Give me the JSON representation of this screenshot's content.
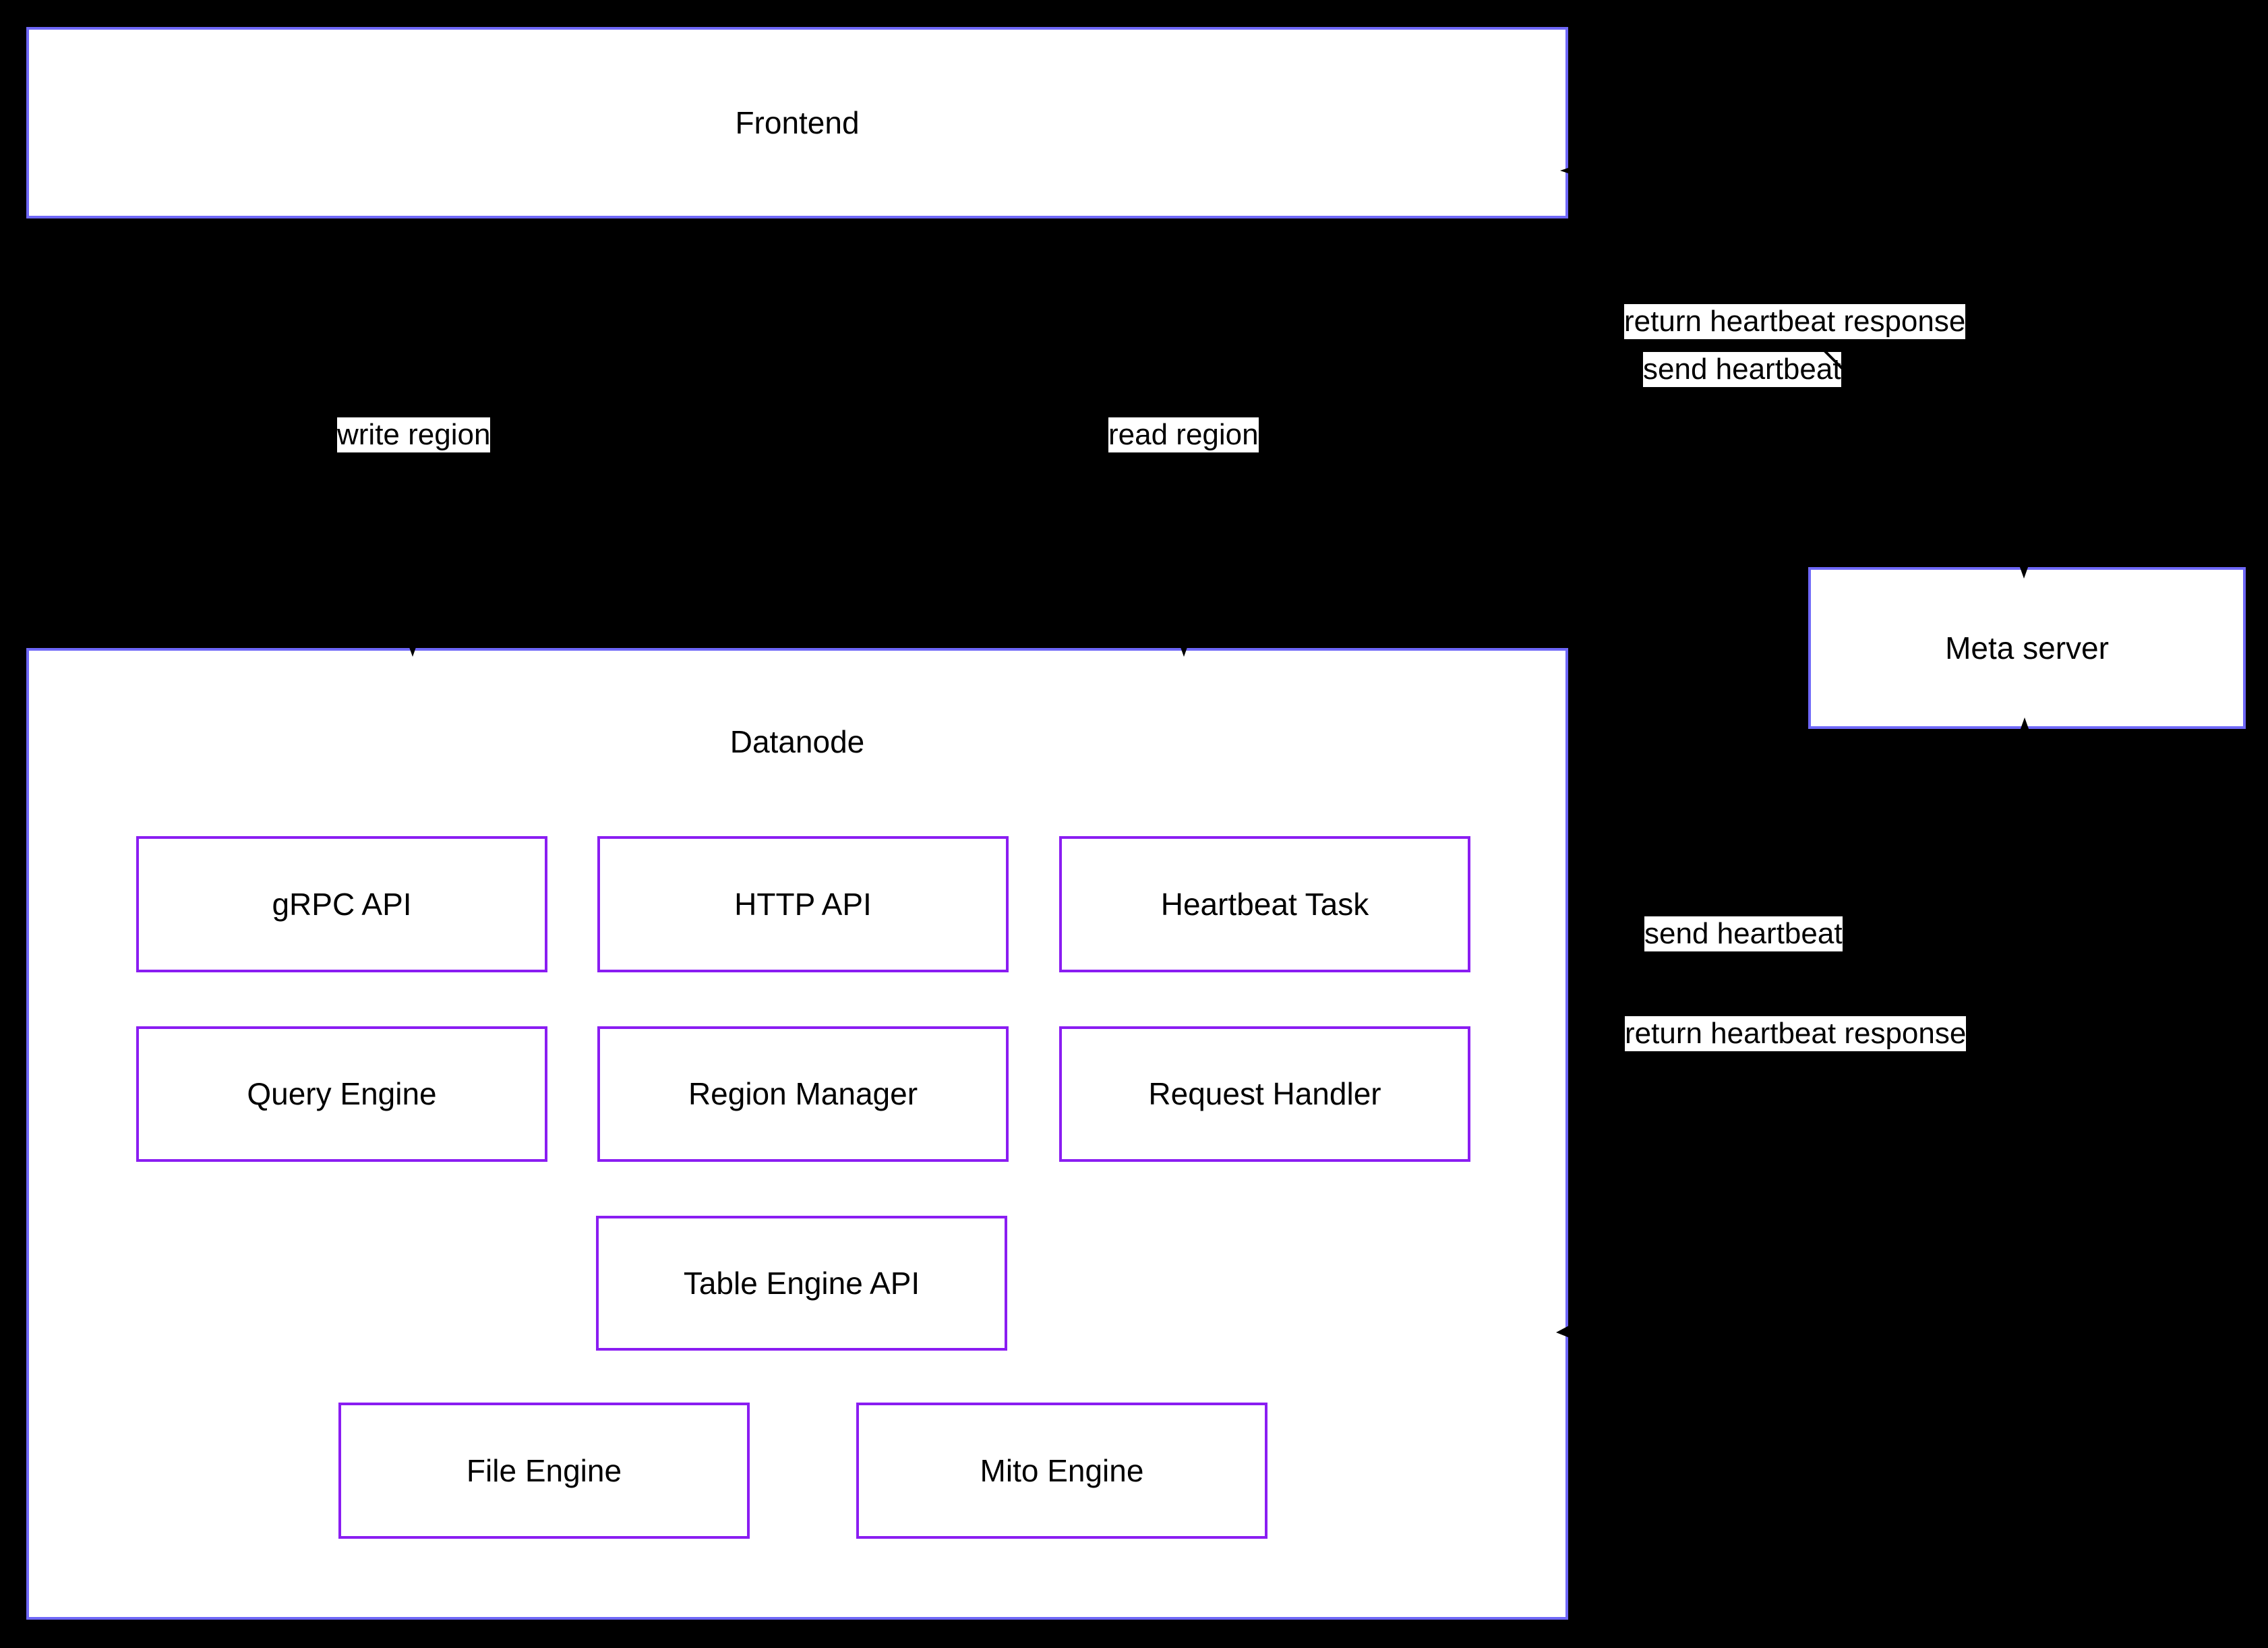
{
  "clusters": {
    "frontend": {
      "label": "Frontend"
    },
    "datanode": {
      "label": "Datanode"
    },
    "meta_server": {
      "label": "Meta server"
    }
  },
  "components": [
    {
      "id": "grpc-api",
      "label": "gRPC API"
    },
    {
      "id": "http-api",
      "label": "HTTP API"
    },
    {
      "id": "heartbeat-task",
      "label": "Heartbeat Task"
    },
    {
      "id": "query-engine",
      "label": "Query Engine"
    },
    {
      "id": "region-manager",
      "label": "Region Manager"
    },
    {
      "id": "request-handler",
      "label": "Request Handler"
    },
    {
      "id": "table-engine-api",
      "label": "Table Engine API"
    },
    {
      "id": "file-engine",
      "label": "File Engine"
    },
    {
      "id": "mito-engine",
      "label": "Mito Engine"
    }
  ],
  "edges": {
    "frontend_write_region": {
      "label": "write region"
    },
    "frontend_read_region": {
      "label": "read region"
    },
    "frontend_send_heartbeat": {
      "label": "send heartbeat"
    },
    "meta_return_heartbeat_frontend": {
      "label": "return heartbeat response"
    },
    "datanode_send_heartbeat": {
      "label": "send heartbeat"
    },
    "meta_return_heartbeat_datanode": {
      "label": "return heartbeat response"
    }
  },
  "colors": {
    "background": "#000000",
    "cluster_border": "#6f68f8",
    "component_border": "#8a1df2",
    "box_fill": "#ffffff",
    "text": "#000000",
    "edge": "#000000"
  }
}
